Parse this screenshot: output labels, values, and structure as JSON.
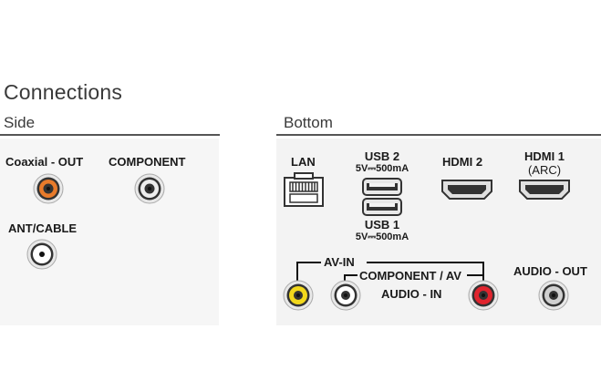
{
  "title": "Connections",
  "side": {
    "heading": "Side",
    "ports": [
      {
        "id": "coaxial",
        "label": "Coaxial - OUT",
        "color": "#e87b2b"
      },
      {
        "id": "component",
        "label": "COMPONENT",
        "color": "#ffffff"
      },
      {
        "id": "ant",
        "label": "ANT/CABLE",
        "color": "#ffffff"
      }
    ]
  },
  "bottom": {
    "heading": "Bottom",
    "lan_label": "LAN",
    "usb2_label": "USB 2",
    "usb2_spec": "5V⎓500mA",
    "usb1_label": "USB 1",
    "usb1_spec": "5V⎓500mA",
    "hdmi2_label": "HDMI 2",
    "hdmi1_label": "HDMI 1",
    "hdmi1_sub": "(ARC)",
    "av_in_label": "AV-IN",
    "component_av_label": "COMPONENT / AV",
    "audio_in_label": "AUDIO - IN",
    "audio_out_label": "AUDIO - OUT",
    "jack_colors": {
      "yellow": "#f2d81c",
      "white": "#ffffff",
      "red": "#e0242e",
      "grey": "#d0d0d0",
      "orange": "#e87b2b"
    }
  }
}
